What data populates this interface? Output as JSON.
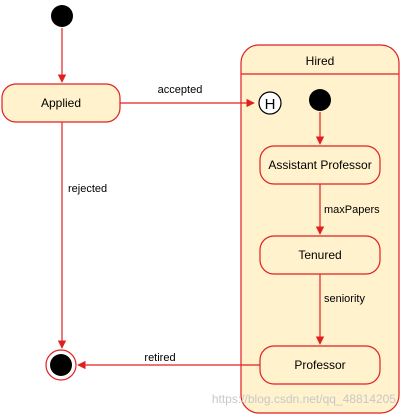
{
  "diagram": {
    "composite": {
      "label": "Hired"
    },
    "states": {
      "applied": "Applied",
      "assistant_professor": "Assistant Professor",
      "tenured": "Tenured",
      "professor": "Professor"
    },
    "history_symbol": "H",
    "transitions": {
      "accepted": "accepted",
      "rejected": "rejected",
      "max_papers": "maxPapers",
      "seniority": "seniority",
      "retired": "retired"
    }
  },
  "watermark": "https://blog.csdn.net/qq_48814205",
  "colors": {
    "state_fill": "#fff2cc",
    "state_stroke": "#e02020",
    "arrow": "#e02020",
    "initial_dot": "#000000"
  }
}
